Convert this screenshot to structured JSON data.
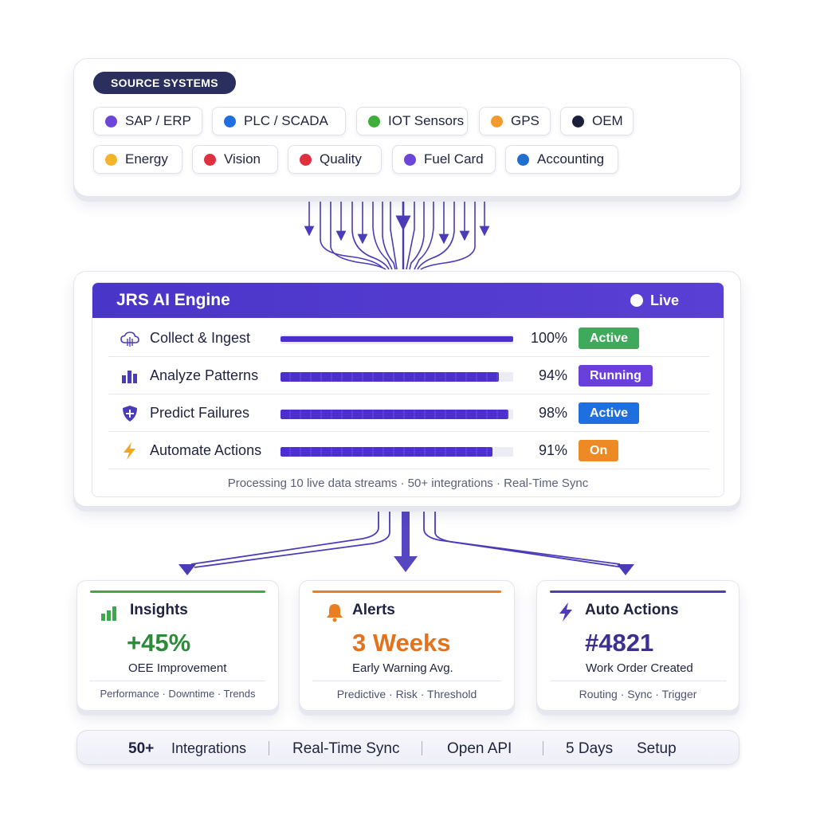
{
  "sources": {
    "label": "SOURCE SYSTEMS",
    "chips": [
      {
        "label": "SAP / ERP",
        "color": "#6b46d9"
      },
      {
        "label": "PLC / SCADA",
        "color": "#1f6fe0"
      },
      {
        "label": "IOT Sensors",
        "color": "#3fae3a"
      },
      {
        "label": "GPS",
        "color": "#f29a2e"
      },
      {
        "label": "OEM",
        "color": "#1b1f3a"
      },
      {
        "label": "Energy",
        "color": "#f2b42a"
      },
      {
        "label": "Vision",
        "color": "#e03040"
      },
      {
        "label": "Quality",
        "color": "#e03040"
      },
      {
        "label": "Fuel Card",
        "color": "#6b46d9"
      },
      {
        "label": "Accounting",
        "color": "#1f6fd0"
      }
    ]
  },
  "engine": {
    "title": "JRS AI Engine",
    "status": "Live",
    "stages": [
      {
        "label": "Collect & Ingest",
        "icon": "cloud-icon",
        "progress": 100,
        "percent": "100%",
        "badge": "Active",
        "badge_color": "#3faa5b"
      },
      {
        "label": "Analyze  Patterns",
        "icon": "bar-chart-icon",
        "progress": 94,
        "percent": "94%",
        "badge": "Running",
        "badge_color": "#6a40dc"
      },
      {
        "label": "Predict Failures",
        "icon": "shield-plus-icon",
        "progress": 98,
        "percent": "98%",
        "badge": "Active",
        "badge_color": "#1f6fe0"
      },
      {
        "label": "Automate Actions",
        "icon": "lightning-icon",
        "progress": 91,
        "percent": "91%",
        "badge": "On",
        "badge_color": "#ee8a23"
      }
    ],
    "footer": "Processing 10 live data streams · 50+ integrations · Real-Time Sync"
  },
  "outputs": [
    {
      "title": "Insights",
      "icon": "bar-chart-icon",
      "metric": "+45%",
      "caption": "OEE Improvement",
      "tags": "Performance · Downtime · Trends",
      "accent": "#3ca94a",
      "metric_color": "#2e8b3a"
    },
    {
      "title": "Alerts",
      "icon": "bell-icon",
      "metric": "3 Weeks",
      "caption": "Early Warning Avg.",
      "tags": "Predictive · Risk · Threshold",
      "accent": "#ec7e22",
      "metric_color": "#e4721d"
    },
    {
      "title": "Auto Actions",
      "icon": "lightning-icon",
      "metric": "#4821",
      "caption": "Work Order Created",
      "tags": "Routing · Sync · Trigger",
      "accent": "#4d3bb8",
      "metric_color": "#3d2f8f"
    }
  ],
  "stats": {
    "integrations_value": "50+",
    "integrations_label": "Integrations",
    "sync": "Real-Time Sync",
    "api": "Open API",
    "setup_value": "5 Days",
    "setup_label": "Setup"
  }
}
